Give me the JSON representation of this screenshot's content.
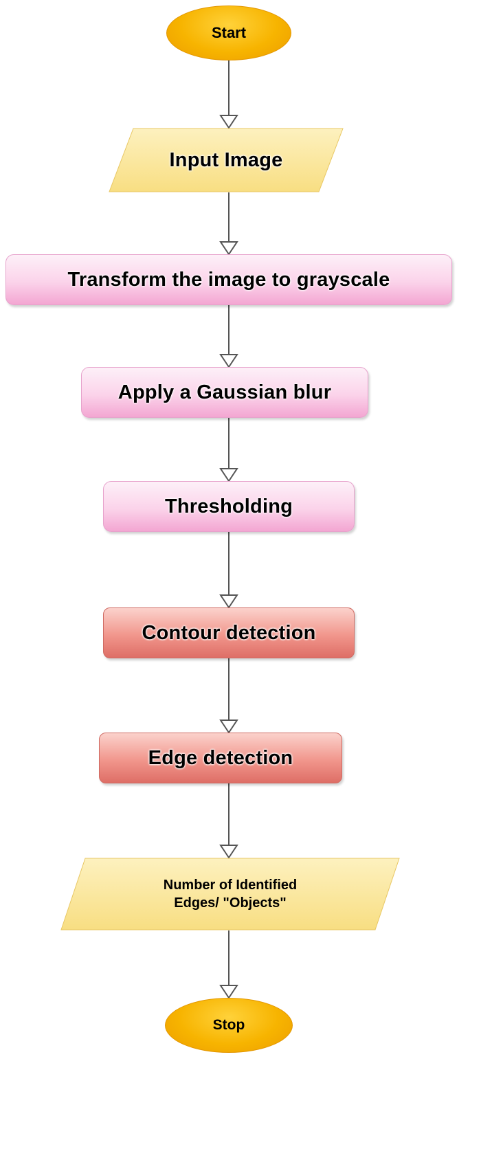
{
  "nodes": {
    "start": "Start",
    "input_image": "Input Image",
    "grayscale": "Transform the image to grayscale",
    "gaussian_blur": "Apply a Gaussian blur",
    "thresholding": "Thresholding",
    "contour_detection": "Contour detection",
    "edge_detection": "Edge detection",
    "output_line1": "Number of Identified",
    "output_line2": "Edges/ \"Objects\"",
    "stop": "Stop"
  },
  "colors": {
    "terminal_fill": "#f7b400",
    "io_fill": "#fbe79a",
    "process_pink": "#fbd3ea",
    "process_red": "#f1968c",
    "connector": "#555555"
  }
}
